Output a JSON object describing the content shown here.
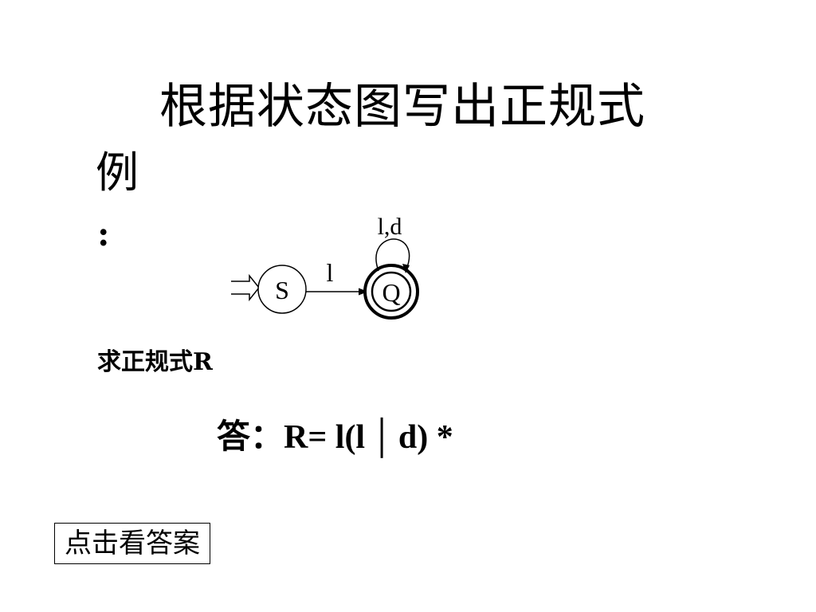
{
  "slide": {
    "title": "根据状态图写出正规式",
    "example_label": "例",
    "colon": ":",
    "question": "求正规式R",
    "answer_label": "答：",
    "answer_prefix": "R= l(l",
    "answer_pipe": "│",
    "answer_suffix": "d) *",
    "show_answer_button": "点击看答案"
  },
  "diagram": {
    "states": [
      {
        "id": "S",
        "label": "S",
        "start": true,
        "accepting": false
      },
      {
        "id": "Q",
        "label": "Q",
        "start": false,
        "accepting": true
      }
    ],
    "transitions": [
      {
        "from": "S",
        "to": "Q",
        "label": "l"
      },
      {
        "from": "Q",
        "to": "Q",
        "label": "l,d"
      }
    ]
  }
}
